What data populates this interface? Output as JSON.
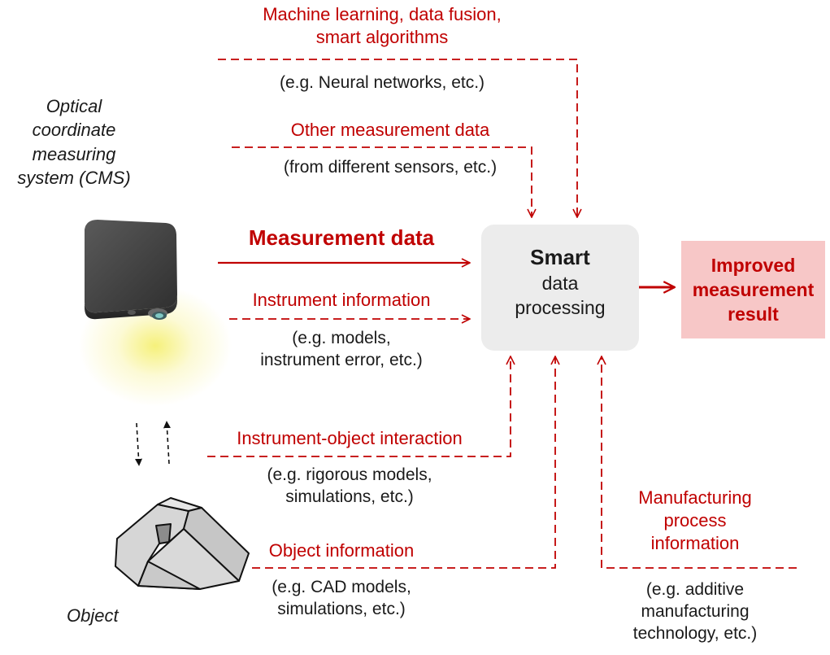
{
  "cms_label": [
    "Optical",
    "coordinate",
    "measuring",
    "system (CMS)"
  ],
  "object_label": "Object",
  "ml": {
    "title": [
      "Machine learning, data fusion,",
      "smart algorithms"
    ],
    "example": "(e.g. Neural networks, etc.)"
  },
  "other": {
    "title": "Other measurement data",
    "example": "(from different sensors, etc.)"
  },
  "measurement_data": "Measurement data",
  "instrument_info": {
    "title": "Instrument information",
    "example": [
      "(e.g. models,",
      "instrument error, etc.)"
    ]
  },
  "interaction": {
    "title": "Instrument-object interaction",
    "example": [
      "(e.g. rigorous models,",
      "simulations, etc.)"
    ]
  },
  "object_info": {
    "title": "Object information",
    "example": [
      "(e.g. CAD models,",
      "simulations, etc.)"
    ]
  },
  "manufacturing": {
    "title": [
      "Manufacturing",
      "process",
      "information"
    ],
    "example": [
      "(e.g. additive",
      "manufacturing",
      "technology, etc.)"
    ]
  },
  "smart_box": {
    "title": "Smart",
    "subtitle": [
      "data",
      "processing"
    ]
  },
  "result_box": [
    "Improved",
    "measurement",
    "result"
  ],
  "colors": {
    "accent_red": "#c00000",
    "result_fill": "#f7c7c7",
    "process_fill": "#ececec",
    "text_dark": "#1a1a1a"
  }
}
